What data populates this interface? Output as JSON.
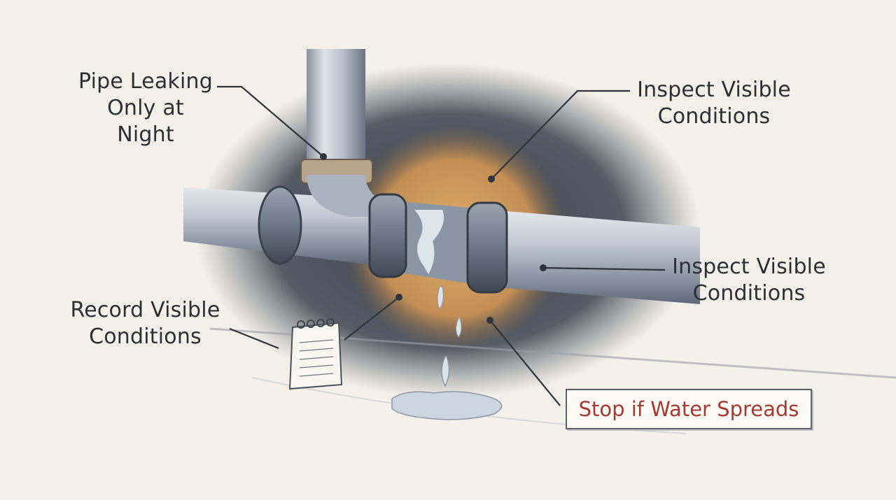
{
  "labels": {
    "pipe_leaking": [
      "Pipe Leaking",
      "Only at Night"
    ],
    "inspect_top": [
      "Inspect Visible",
      "Conditions"
    ],
    "inspect_mid": [
      "Inspect Visible",
      "Conditions"
    ],
    "record": [
      "Record Visible",
      "Conditions"
    ],
    "warning": "Stop if Water Spreads"
  },
  "colors": {
    "background": "#f4f1ea",
    "pipe": "#aab3bf",
    "pipe_dark": "#6f7a88",
    "shadow": "#3d4450",
    "glow": "#d7a466",
    "water": "#c9d5df",
    "warning_text": "#a53b30",
    "text": "#2b2f36"
  },
  "icons": [
    "pipe-illustration",
    "water-drip-icon",
    "puddle-icon",
    "notepad-icon"
  ]
}
